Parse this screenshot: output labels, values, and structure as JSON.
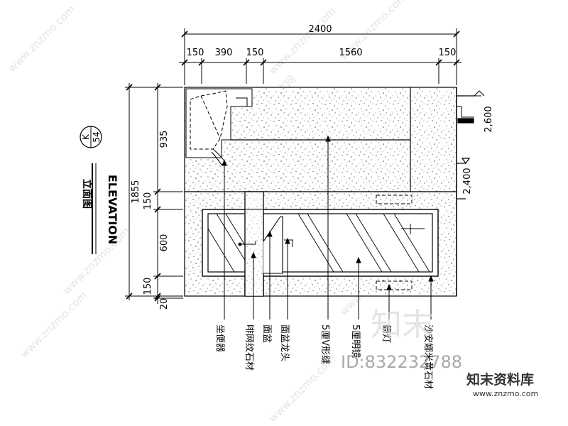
{
  "dimensions": {
    "top_total": "2400",
    "top_segments": [
      "150",
      "390",
      "150",
      "1560",
      "150"
    ],
    "left_total": "1855",
    "left_segments": [
      "935",
      "150",
      "600",
      "150",
      "20"
    ]
  },
  "levels": [
    "2,600",
    "2,400"
  ],
  "title": {
    "symbol_top": "K",
    "symbol_bottom": "54",
    "english": "ELEVATION",
    "chinese": "立面图"
  },
  "callouts": [
    "坐便器",
    "啡网纹石材",
    "面盆",
    "面盆龙头",
    "5厘V形缝",
    "5厘明镜",
    "筒灯",
    "沙安娜米黄石材"
  ],
  "watermarks": {
    "repeat": "www.znzmo.com",
    "logo_cn": "知末",
    "id_text": "ID:832232788",
    "brand": "知末资料库",
    "url": "www.znzmo.com",
    "small": "知末网"
  }
}
